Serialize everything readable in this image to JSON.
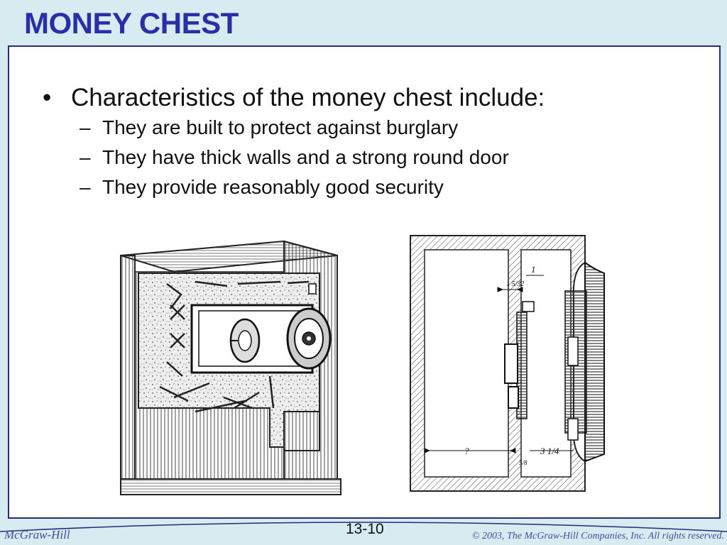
{
  "slide": {
    "title": "MONEY CHEST",
    "bullet": "Characteristics of the money chest include:",
    "sub_bullets": [
      "They are built to protect against burglary",
      "They have thick walls and a strong round door",
      "They provide reasonably good security"
    ],
    "bullet_marker": "•",
    "sub_marker": "–"
  },
  "figure_right": {
    "labels": [
      "1",
      "1 5/32",
      "?",
      "3 1/4",
      "5/8"
    ]
  },
  "footer": {
    "publisher": "McGraw-Hill",
    "page": "13-10",
    "copyright": "© 2003, The McGraw-Hill Companies, Inc. All rights reserved."
  }
}
